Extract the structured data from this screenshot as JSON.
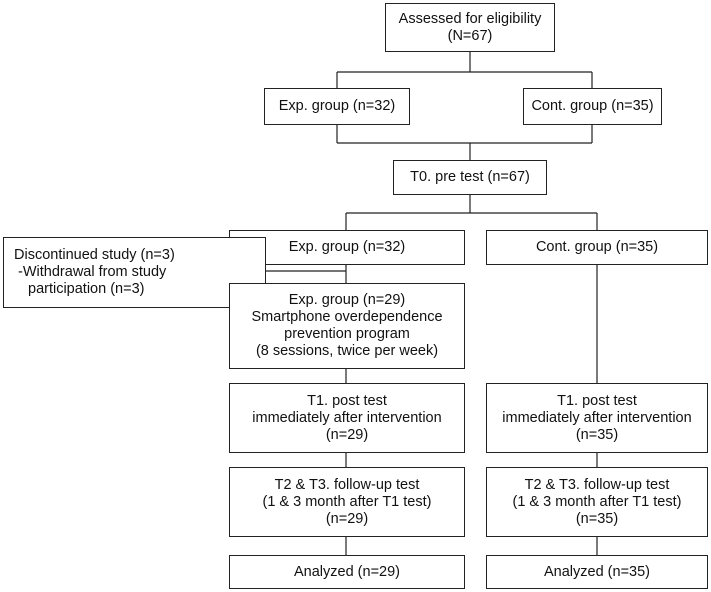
{
  "flow": {
    "assessed": [
      "Assessed for eligibility",
      "(N=67)"
    ],
    "alloc_exp": [
      "Exp. group (n=32)"
    ],
    "alloc_cont": [
      "Cont. group (n=35)"
    ],
    "pretest": [
      "T0. pre test (n=67)"
    ],
    "exp_group": [
      "Exp. group (n=32)"
    ],
    "cont_group": [
      "Cont. group (n=35)"
    ],
    "discontinued": [
      "Discontinued study (n=3)",
      " -Withdrawal from study",
      "participation (n=3)"
    ],
    "exp_program": [
      "Exp. group (n=29)",
      "Smartphone overdependence",
      "prevention program",
      "(8 sessions, twice per week)"
    ],
    "exp_t1": [
      "T1. post test",
      "immediately after intervention",
      "(n=29)"
    ],
    "cont_t1": [
      "T1. post test",
      "immediately after intervention",
      "(n=35)"
    ],
    "exp_t23": [
      "T2 & T3. follow-up test",
      "(1 & 3 month after T1 test)",
      "(n=29)"
    ],
    "cont_t23": [
      "T2 & T3. follow-up test",
      "(1 & 3 month after T1 test)",
      "(n=35)"
    ],
    "exp_analyzed": [
      "Analyzed (n=29)"
    ],
    "cont_analyzed": [
      "Analyzed (n=35)"
    ]
  }
}
